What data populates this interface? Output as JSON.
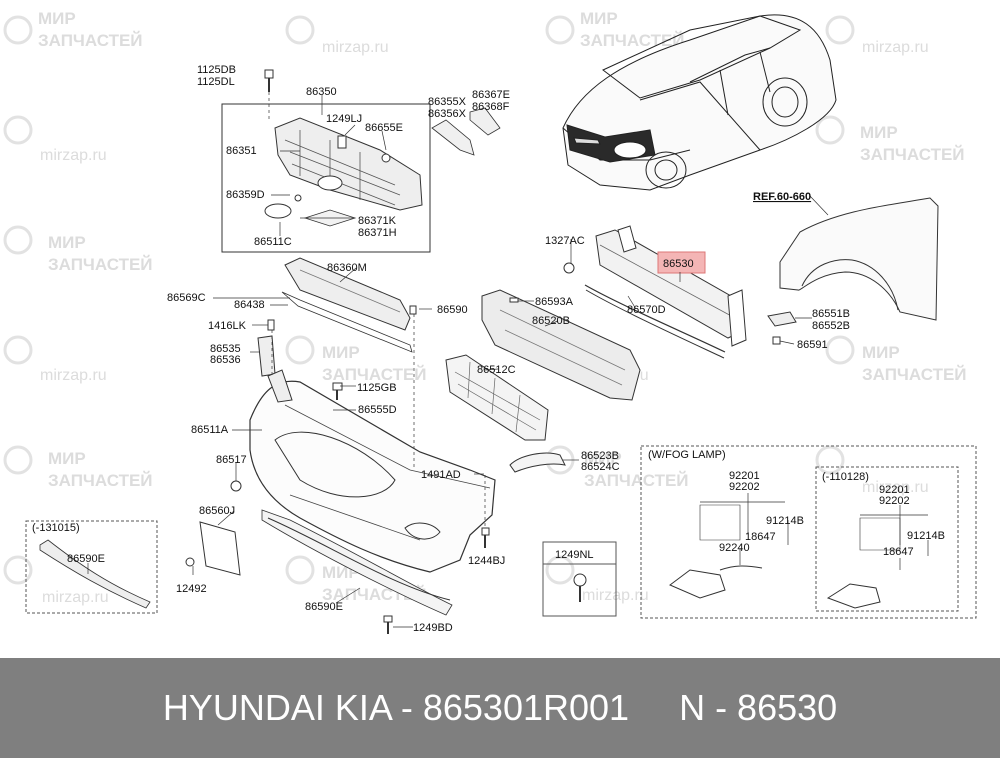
{
  "watermark": {
    "brand_ru_1": "МИР",
    "brand_ru_2": "ЗАПЧАСТЕЙ",
    "site": "mirzap.ru"
  },
  "labels": {
    "p1125DB": "1125DB",
    "p1125DL": "1125DL",
    "p86350": "86350",
    "p1249LJ": "1249LJ",
    "p86655E": "86655E",
    "p86351": "86351",
    "p86359D": "86359D",
    "p86371K": "86371K",
    "p86371H": "86371H",
    "p86511C": "86511C",
    "p86355X": "86355X",
    "p86356X": "86356X",
    "p86367E": "86367E",
    "p86368F": "86368F",
    "p86360M": "86360M",
    "p86569C": "86569C",
    "p86438": "86438",
    "p86590": "86590",
    "p1416LK": "1416LK",
    "p86535": "86535",
    "p86536": "86536",
    "p1125GB": "1125GB",
    "p86555D": "86555D",
    "p86511A": "86511A",
    "p86517": "86517",
    "p1491AD": "1491AD",
    "p86560J": "86560J",
    "p12492": "12492",
    "p1244BJ": "1244BJ",
    "p86590E_a": "86590E",
    "p86590E_b": "86590E",
    "p1249BD": "1249BD",
    "p131015": "(-131015)",
    "p1327AC": "1327AC",
    "p86530": "86530",
    "p86593A": "86593A",
    "p86520B": "86520B",
    "p86570D": "86570D",
    "p86512C": "86512C",
    "p86523B": "86523B",
    "p86524C": "86524C",
    "pREF": "REF.60-660",
    "p86551B": "86551B",
    "p86552B": "86552B",
    "p86591": "86591",
    "p1249NL": "1249NL",
    "pFog": "(W/FOG LAMP)",
    "p92201a": "92201",
    "p92202a": "92202",
    "p91214Ba": "91214B",
    "p18647a": "18647",
    "p92240": "92240",
    "p110128": "(-110128)",
    "p92201b": "92201",
    "p92202b": "92202",
    "p91214Bb": "91214B",
    "p18647b": "18647"
  },
  "highlight_color": "#f4b5b5",
  "footer": {
    "text": "HYUNDAI KIA - 865301R001     N - 86530"
  }
}
